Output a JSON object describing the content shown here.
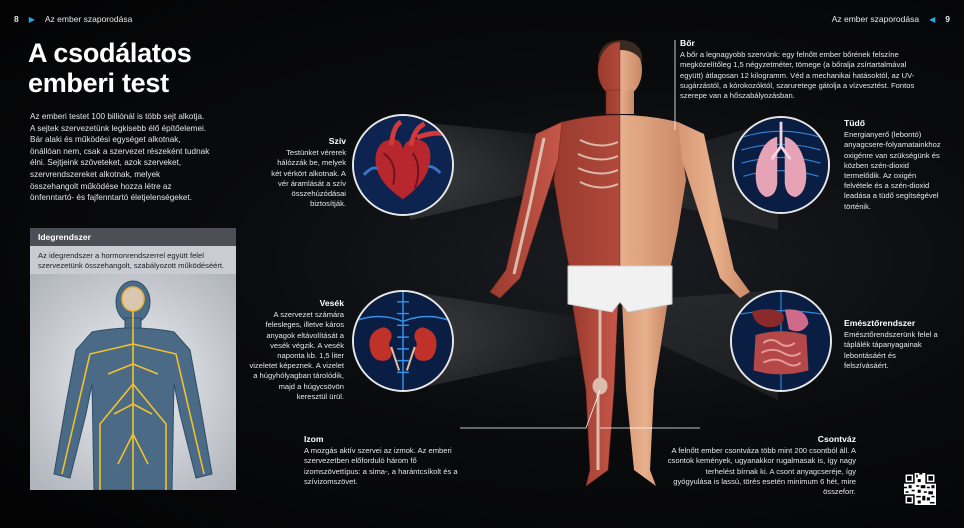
{
  "header": {
    "left_num": "8",
    "left_title": "Az ember szaporodása",
    "right_title": "Az ember szaporodása",
    "right_num": "9"
  },
  "main": {
    "title_line1": "A csodálatos",
    "title_line2": "emberi test",
    "intro": "Az emberi testet 100 billiónál is több sejt alkotja. A sejtek szervezetünk legkisebb élő építőelemei. Bár alaki és működési egységet alkotnak, önállóan nem, csak a szervezet részeként tudnak élni. Sejtjeink szöveteket, azok szerveket, szervrendszereket alkotnak, melyek összehangolt működése hozza létre az önfenntartó- és fajfenntartó életjelenségeket."
  },
  "panel": {
    "title": "Idegrendszer",
    "text": "Az idegrendszer a hormonrendszerrel együtt felel szervezetünk összehangolt, szabályozott működéséért."
  },
  "labels": {
    "sziv": {
      "title": "Szív",
      "text": "Testünket vérerek hálózzák be, melyek két vérkört alkotnak. A vér áramlását a szív összehúzódásai biztosítják."
    },
    "vesek": {
      "title": "Vesék",
      "text": "A szervezet számára felesleges, illetve káros anyagok eltávolítását a vesék végzik. A vesék naponta kb. 1,5 liter vizeletet képeznek. A vizelet a húgyhólyagban tárolódik, majd a húgycsövön keresztül ürül."
    },
    "izom": {
      "title": "Izom",
      "text": "A mozgás aktív szervei az izmok. Az emberi szervezetben előforduló három fő izomszövettípus: a sima-, a harántcsíkolt és a szívizomszövet."
    },
    "bor": {
      "title": "Bőr",
      "text": "A bőr a legnagyobb szervünk: egy felnőtt ember bőrének felszíne megközelítőleg 1,5 négyzetméter, tömege (a bőralja zsírtartalmával együtt) átlagosan 12 kilogramm. Véd a mechanikai hatásoktól, az UV-sugárzástól, a kórokozóktól, szaruretege gátolja a vízvesztést. Fontos szerepe van a hőszabályozásban."
    },
    "tudo": {
      "title": "Tüdő",
      "text": "Energianyerő (lebontó) anyagcsere-folyamatainkhoz oxigénre van szükségünk és közben szén-dioxid termelődik. Az oxigén felvétele és a szén-dioxid leadása a tüdő segítségével történik."
    },
    "emeszto": {
      "title": "Emésztőrendszer",
      "text": "Emésztőrendszerünk felel a táplálék tápanyagainak lebontásáért és felszívásáért."
    },
    "csontvaz": {
      "title": "Csontváz",
      "text": "A felnőtt ember csontváza több mint 200 csontból áll. A csontok kemények, ugyanakkor rugalmasak is, így nagy terhelést bírnak ki. A csont anyagcseréje, így gyógyulása is lassú, törés esetén minimum 6 hét, mire összeforr."
    }
  },
  "colors": {
    "accent": "#2aa7e6",
    "panel_bg": "#c9ccd2",
    "panel_header": "#4c4f55"
  }
}
